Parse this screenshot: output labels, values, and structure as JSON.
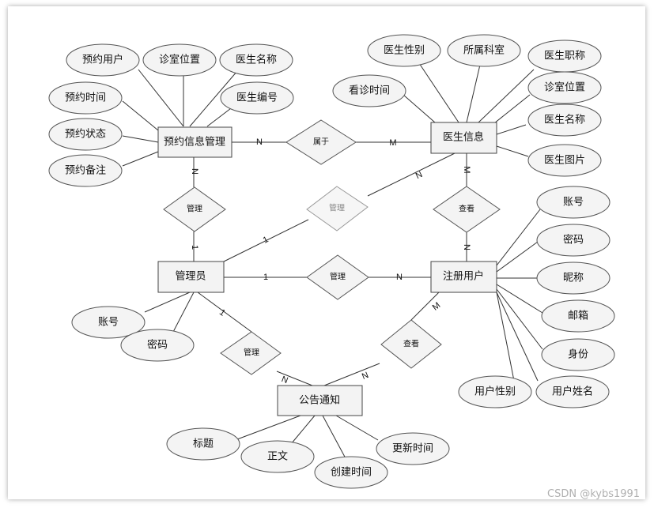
{
  "diagram": {
    "entities": {
      "booking": "预约信息管理",
      "doctor": "医生信息",
      "admin": "管理员",
      "user": "注册用户",
      "notice": "公告通知"
    },
    "relationships": {
      "belongs": "属于",
      "admin_booking": "管理",
      "admin_doctor": "管理",
      "user_doctor": "查看",
      "admin_user": "管理",
      "admin_notice": "管理",
      "user_notice": "查看"
    },
    "attributes": {
      "booking": [
        "预约用户",
        "诊室位置",
        "医生名称",
        "医生编号",
        "预约时间",
        "预约状态",
        "预约备注"
      ],
      "doctor": [
        "医生性别",
        "所属科室",
        "医生职称",
        "看诊时间",
        "诊室位置",
        "医生名称",
        "医生图片"
      ],
      "user": [
        "账号",
        "密码",
        "昵称",
        "邮箱",
        "身份",
        "用户性别",
        "用户姓名"
      ],
      "admin": [
        "账号",
        "密码"
      ],
      "notice": [
        "标题",
        "正文",
        "创建时间",
        "更新时间"
      ]
    },
    "cardinality": {
      "booking_belongs": "N",
      "belongs_doctor": "M",
      "booking_admin_rel": "N",
      "admin_rel_admin": "1",
      "admin_doctor_rel": "1",
      "doctor_rel_doctor": "N",
      "doctor_view": "M",
      "view_user": "N",
      "admin_user_rel": "1",
      "user_rel_user": "N",
      "admin_notice_rel": "1",
      "notice_rel_notice": "N",
      "user_notice_view_user": "M",
      "user_notice_view_notice": "N"
    }
  },
  "watermark": "CSDN @kybs1991"
}
